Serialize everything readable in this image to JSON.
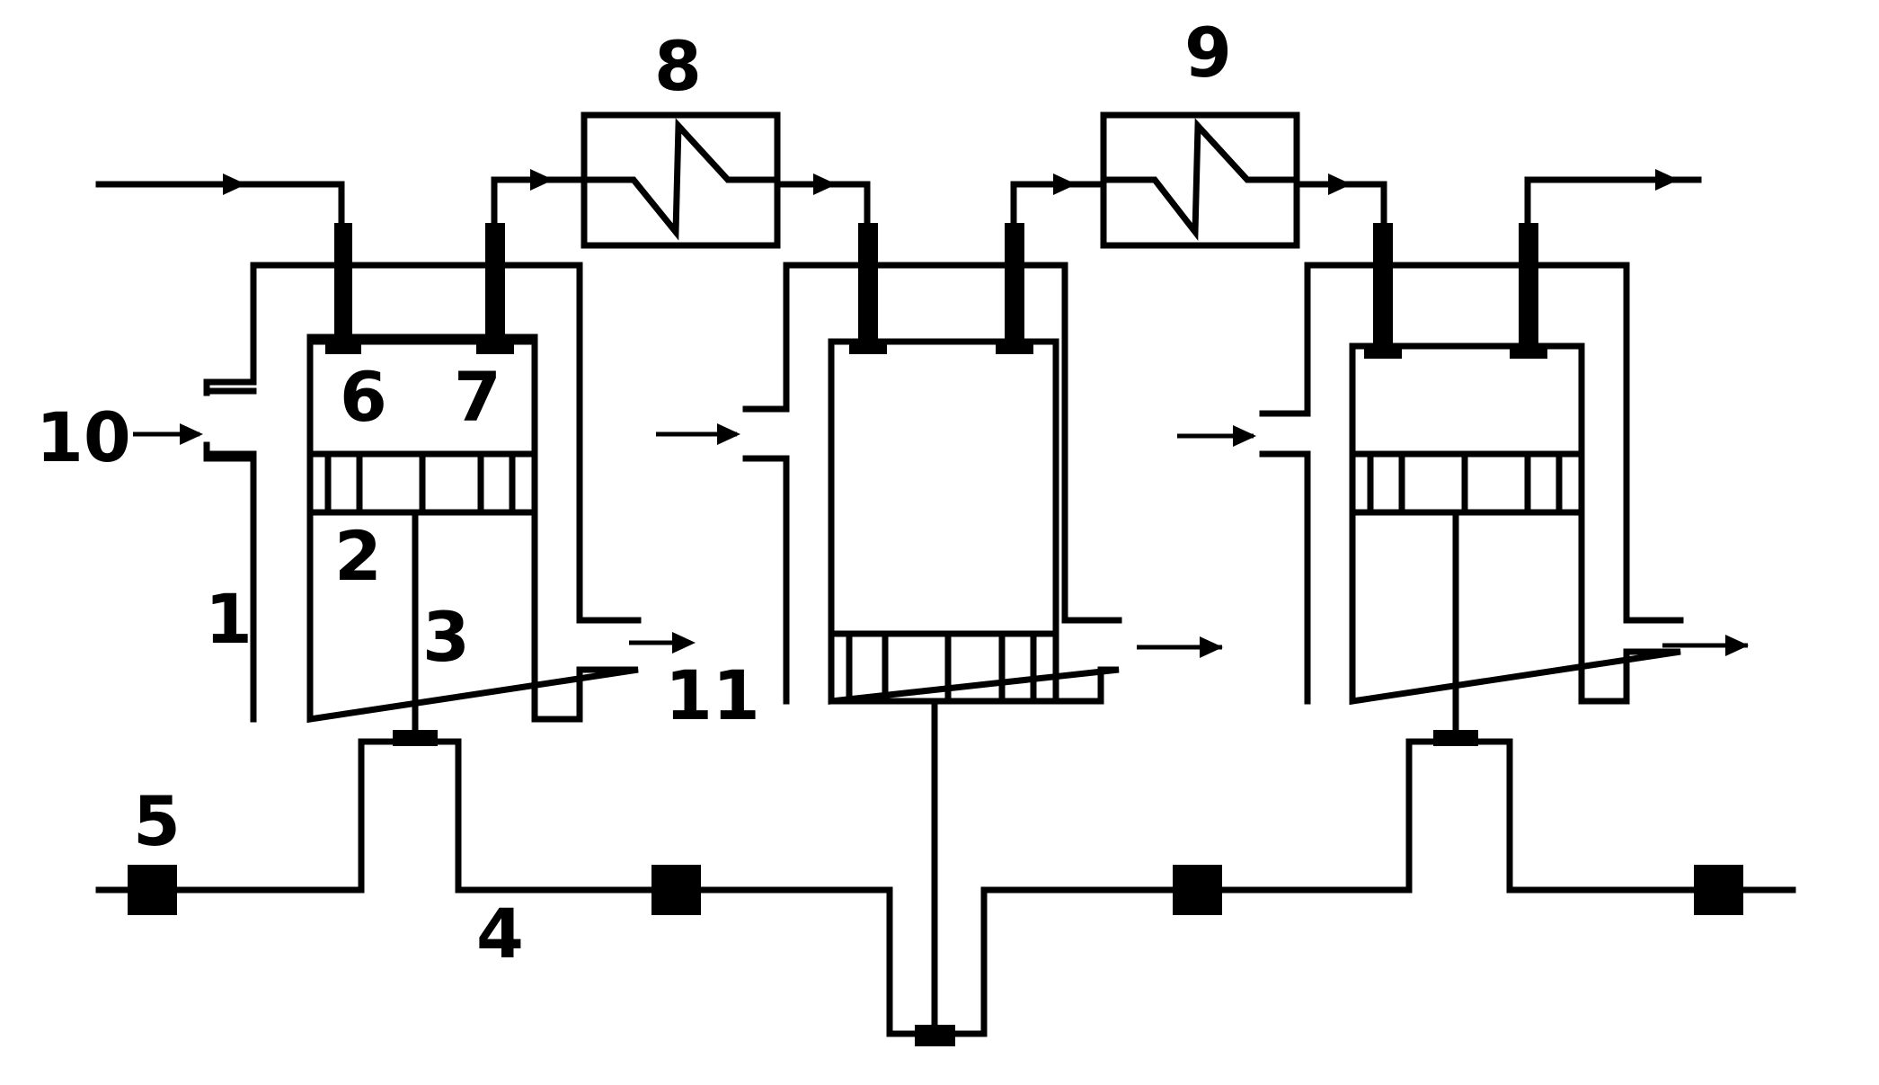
{
  "labels": {
    "cylinder": "1",
    "piston": "2",
    "rod": "3",
    "crankshaft": "4",
    "bearing": "5",
    "inlet_valve": "6",
    "outlet_valve": "7",
    "intercooler_1": "8",
    "intercooler_2": "9",
    "coolant_in": "10",
    "coolant_out": "11"
  },
  "colors": {
    "ink": "#000000",
    "background": "#ffffff"
  },
  "icons": {
    "flow_arrow": "arrow-right-icon",
    "bearing": "hatched-bearing-icon",
    "valve": "valve-icon",
    "heat_exchanger": "zigzag-coil-icon"
  }
}
